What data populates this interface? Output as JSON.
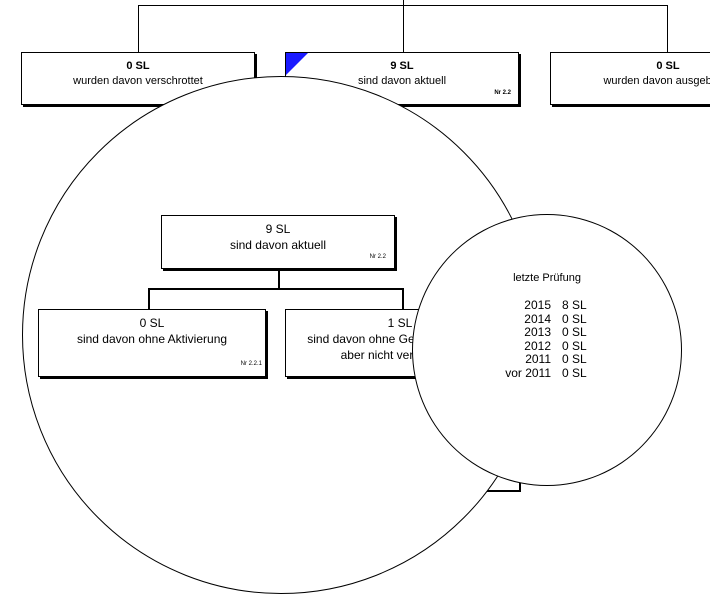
{
  "top_boxes": [
    {
      "count": "0 SL",
      "label": "wurden davon verschrottet",
      "nr": ""
    },
    {
      "count": "9 SL",
      "label": "sind davon aktuell",
      "nr": "Nr 2.2"
    },
    {
      "count": "0 SL",
      "label": "wurden davon ausgebucht",
      "nr": ""
    }
  ],
  "zoom": {
    "parent": {
      "count": "9 SL",
      "label": "sind davon aktuell",
      "nr": "Nr 2.2"
    },
    "children": [
      {
        "count": "0 SL",
        "label": "sind davon ohne Aktivierung",
        "label2": "",
        "nr": "Nr 2.2.1"
      },
      {
        "count": "1 SL",
        "label": "sind davon ohne Geplante Prüfung",
        "label2": "aber nicht verschrottet",
        "nr": ""
      }
    ]
  },
  "popup": {
    "title": "letzte Prüfung",
    "rows": [
      {
        "year": "2015",
        "value": "8 SL"
      },
      {
        "year": "2014",
        "value": "0 SL"
      },
      {
        "year": "2013",
        "value": "0 SL"
      },
      {
        "year": "2012",
        "value": "0 SL"
      },
      {
        "year": "2011",
        "value": "0 SL"
      },
      {
        "year": "vor 2011",
        "value": "0 SL"
      }
    ]
  },
  "colors": {
    "highlight_corner": "#1a1aff",
    "line": "#000000",
    "background": "#ffffff"
  }
}
